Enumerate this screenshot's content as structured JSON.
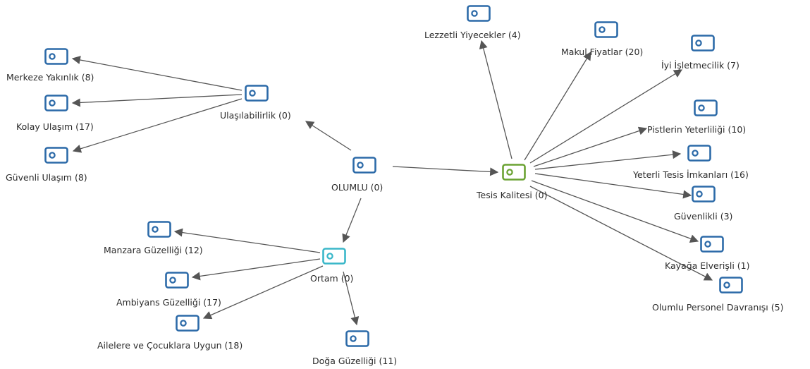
{
  "diagram": {
    "icon_colors": {
      "default": "#2c6aa8",
      "green": "#6aa232",
      "cyan": "#3ab7c9"
    },
    "edge_color": "#555555",
    "nodes": [
      {
        "id": "olumlu",
        "label": "OLUMLU (0)",
        "color": "default"
      },
      {
        "id": "ulasilabilirlik",
        "label": "Ulaşılabilirlik (0)",
        "color": "default"
      },
      {
        "id": "merkeze-yakinlik",
        "label": "Merkeze Yakınlık (8)",
        "color": "default"
      },
      {
        "id": "kolay-ulasim",
        "label": "Kolay Ulaşım (17)",
        "color": "default"
      },
      {
        "id": "guvenli-ulasim",
        "label": "Güvenli Ulaşım (8)",
        "color": "default"
      },
      {
        "id": "ortam",
        "label": "Ortam (0)",
        "color": "cyan"
      },
      {
        "id": "manzara-guzelligi",
        "label": "Manzara Güzelliği (12)",
        "color": "default"
      },
      {
        "id": "ambiyans-guzelligi",
        "label": "Ambiyans Güzelliği (17)",
        "color": "default"
      },
      {
        "id": "ailelere-cocuklara-uygun",
        "label": "Ailelere ve Çocuklara Uygun (18)",
        "color": "default"
      },
      {
        "id": "doga-guzelligi",
        "label": "Doğa Güzelliği (11)",
        "color": "default"
      },
      {
        "id": "tesis-kalitesi",
        "label": "Tesis Kalitesi (0)",
        "color": "green"
      },
      {
        "id": "lezzetli-yiyecekler",
        "label": "Lezzetli Yiyecekler (4)",
        "color": "default"
      },
      {
        "id": "makul-fiyatlar",
        "label": "Makul Fiyatlar (20)",
        "color": "default"
      },
      {
        "id": "iyi-isletmecilik",
        "label": "İyi İşletmecilik (7)",
        "color": "default"
      },
      {
        "id": "pistlerin-yeterliligi",
        "label": "Pistlerin Yeterliliği (10)",
        "color": "default"
      },
      {
        "id": "yeterli-tesis-imkanlari",
        "label": "Yeterli Tesis İmkanları (16)",
        "color": "default"
      },
      {
        "id": "guvenlikli",
        "label": "Güvenlikli (3)",
        "color": "default"
      },
      {
        "id": "kayaga-elverisli",
        "label": "Kayağa Elverişli (1)",
        "color": "default"
      },
      {
        "id": "olumlu-personel-davranisi",
        "label": "Olumlu Personel Davranışı (5)",
        "color": "default"
      }
    ],
    "edges": [
      {
        "from": "olumlu",
        "to": "ulasilabilirlik"
      },
      {
        "from": "olumlu",
        "to": "tesis-kalitesi"
      },
      {
        "from": "olumlu",
        "to": "ortam"
      },
      {
        "from": "ulasilabilirlik",
        "to": "merkeze-yakinlik"
      },
      {
        "from": "ulasilabilirlik",
        "to": "kolay-ulasim"
      },
      {
        "from": "ulasilabilirlik",
        "to": "guvenli-ulasim"
      },
      {
        "from": "ortam",
        "to": "manzara-guzelligi"
      },
      {
        "from": "ortam",
        "to": "ambiyans-guzelligi"
      },
      {
        "from": "ortam",
        "to": "ailelere-cocuklara-uygun"
      },
      {
        "from": "ortam",
        "to": "doga-guzelligi"
      },
      {
        "from": "tesis-kalitesi",
        "to": "lezzetli-yiyecekler"
      },
      {
        "from": "tesis-kalitesi",
        "to": "makul-fiyatlar"
      },
      {
        "from": "tesis-kalitesi",
        "to": "iyi-isletmecilik"
      },
      {
        "from": "tesis-kalitesi",
        "to": "pistlerin-yeterliligi"
      },
      {
        "from": "tesis-kalitesi",
        "to": "yeterli-tesis-imkanlari"
      },
      {
        "from": "tesis-kalitesi",
        "to": "guvenlikli"
      },
      {
        "from": "tesis-kalitesi",
        "to": "kayaga-elverisli"
      },
      {
        "from": "tesis-kalitesi",
        "to": "olumlu-personel-davranisi"
      }
    ]
  }
}
